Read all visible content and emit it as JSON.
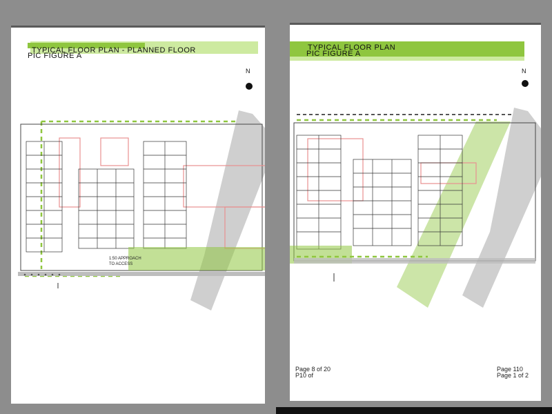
{
  "left_page": {
    "header_line1": "TYPICAL FLOOR PLAN - PLANNED FLOOR",
    "header_line2": "PIC FIGURE A",
    "north_label": "N",
    "footer_left": "",
    "footer_right": "",
    "plan_labels": [
      "1:50 APPROACH",
      "TO ACCESS"
    ]
  },
  "right_page": {
    "header_line1": "TYPICAL FLOOR PLAN",
    "header_line2": "PIC FIGURE A",
    "north_label": "N",
    "footer_left_line1": "Page 8 of 20",
    "footer_left_line2": "P10 of",
    "footer_right_line1": "Page 110",
    "footer_right_line2": "Page 1 of 2"
  },
  "colors": {
    "background": "#8d8d8d",
    "page": "#ffffff",
    "accent_green": "#8fc63f",
    "light_green": "#cdeaa0",
    "road_gray": "#cfcfcf",
    "plan_red": "#e89090",
    "plan_line": "#333333"
  },
  "icons": [
    "north-arrow-icon",
    "north-circle-icon"
  ]
}
